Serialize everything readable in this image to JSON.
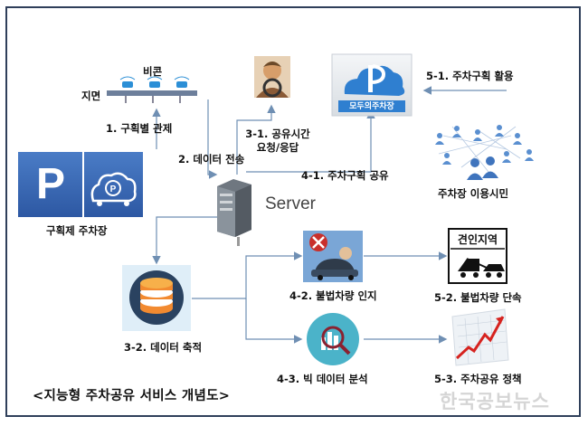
{
  "labels": {
    "beacon": "비콘",
    "ground": "지면",
    "step1": "1. 구획별 관제",
    "step2": "2. 데이터 전송",
    "step31_line1": "3-1. 공유시간",
    "step31_line2": "요청/응답",
    "step41": "4-1. 주차구획 공유",
    "step51": "5-1. 주차구획 활용",
    "step32": "3-2. 데이터 축적",
    "step42": "4-2. 불법차량 인지",
    "step43": "4-3. 빅 데이터 분석",
    "step52": "5-2. 불법차량 단속",
    "step53": "5-3. 주차공유 정책",
    "parking_lot": "구획제 주차장",
    "citizens": "주차장 이용시민",
    "server": "Server",
    "app_name": "모두의주차장",
    "tow_zone": "견인지역",
    "parking_sign": "P"
  },
  "caption": "<지능형 주차공유 서비스 개념도>",
  "watermark": "한국공보뉴스",
  "colors": {
    "frame": "#2f3f5a",
    "arrow": "#6f8fb3",
    "parking_blue": "#3a66b2",
    "app_blue": "#2f7fd0",
    "people_blue": "#5a8fd0"
  }
}
